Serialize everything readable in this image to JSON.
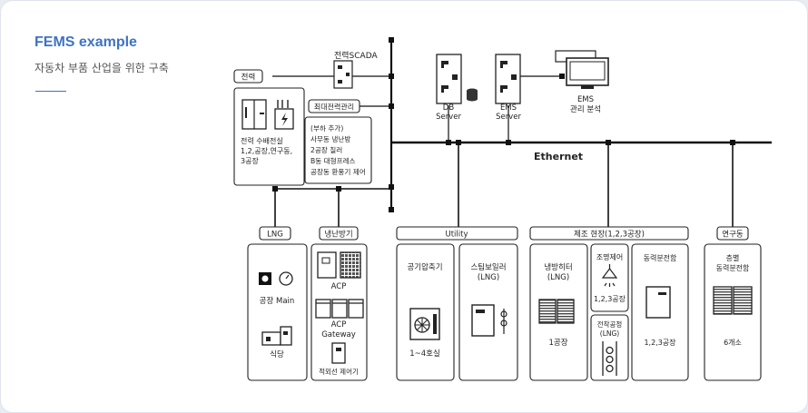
{
  "header": {
    "title": "FEMS example",
    "subtitle": "자동차 부품 산업을 위한 구축"
  },
  "top": {
    "scada": "전력SCADA",
    "db_server": [
      "DB",
      "Server"
    ],
    "ems_server": [
      "EMS",
      "Server"
    ],
    "ems_analysis": [
      "EMS",
      "관리 분석"
    ],
    "ethernet": "Ethernet"
  },
  "power": {
    "label": "전력",
    "box_text": [
      "전력 수배전실",
      "1,2,공장,연구동,",
      "3공장"
    ]
  },
  "peak": {
    "label": "최대전력관리",
    "box_text": [
      "(부하 추가)",
      "사무동 냉난방",
      "2공장 칠러",
      "B동 대형프레스",
      "공장동 환풍기 제어"
    ]
  },
  "groups": {
    "lng": {
      "label": "LNG",
      "items": [
        "공장 Main",
        "식당"
      ]
    },
    "hvac": {
      "label": "냉난방기",
      "items": [
        "ACP",
        "ACP",
        "Gateway",
        "적외선 제어기"
      ]
    },
    "utility": {
      "label": "Utility",
      "compressor": [
        "공기압축기",
        "1~4호실"
      ],
      "boiler": [
        "스팀보일러",
        "(LNG)"
      ]
    },
    "manufacturing": {
      "label": "제조 현장(1,2,3공장)",
      "heater": [
        "냉방히터",
        "(LNG)",
        "1공장"
      ],
      "lighting": [
        "조명제어",
        "1,2,3공장"
      ],
      "process": [
        "전착공정",
        "(LNG)"
      ],
      "panel": [
        "동력분전함",
        "1,2,3공장"
      ]
    },
    "research": {
      "label": "연구동",
      "items": [
        "층별",
        "동력분전함",
        "6개소"
      ]
    }
  }
}
